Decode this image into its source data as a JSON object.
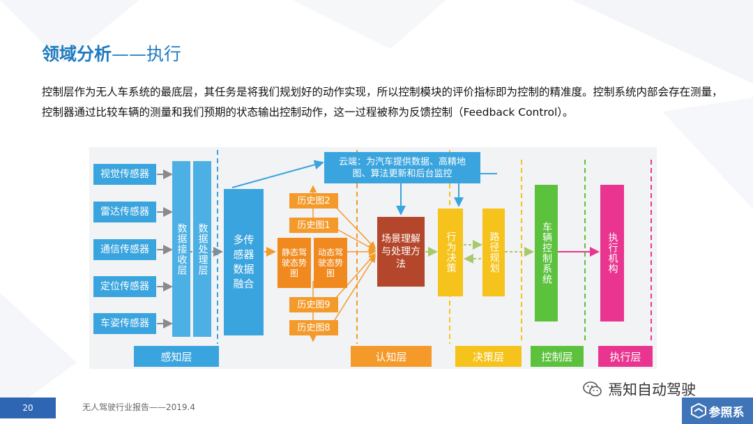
{
  "header": {
    "title_main": "领域分析",
    "title_sub": "——执行"
  },
  "intro": {
    "paragraph": "控制层作为无人车系统的最底层，其任务是将我们规划好的动作实现，所以控制模块的评价指标即为控制的精准度。控制系统内部会存在测量，控制器通过比较车辆的测量和我们预期的状态输出控制动作，这一过程被称为反馈控制（Feedback Control）。"
  },
  "diagram": {
    "sensors": [
      "视觉传感器",
      "雷达传感器",
      "通信传感器",
      "定位传感器",
      "车姿传感器"
    ],
    "data_receive": "数据接收层",
    "data_process": "数据处理层",
    "fusion": "多传感器数据融合",
    "cloud": "云端：为汽车提供数据、高精地图、算法更新和后台监控",
    "history_top": [
      "历史图2",
      "历史图1"
    ],
    "history_bottom": [
      "历史图9",
      "历史图8"
    ],
    "static_map": "静态驾驶态势图",
    "dynamic_map": "动态驾驶态势图",
    "scene": "场景理解与处理方法",
    "behavior": "行为决策",
    "path": "路径规划",
    "vehicle_control": "车辆控制系统",
    "actuator": "执行机构",
    "layers": {
      "perception": "感知层",
      "cognition": "认知层",
      "decision": "决策层",
      "control": "控制层",
      "execution": "执行层"
    },
    "colors": {
      "blue": "#3aa4de",
      "orange": "#f39a2b",
      "brown": "#b4472b",
      "yellow": "#f5c31c",
      "green": "#5cc23e",
      "pink": "#e9358f"
    }
  },
  "footer": {
    "page_number": "20",
    "report": "无人驾驶行业报告——2019.4",
    "wechat_name": "焉知自动驾驶",
    "logo_text": "参照系"
  }
}
